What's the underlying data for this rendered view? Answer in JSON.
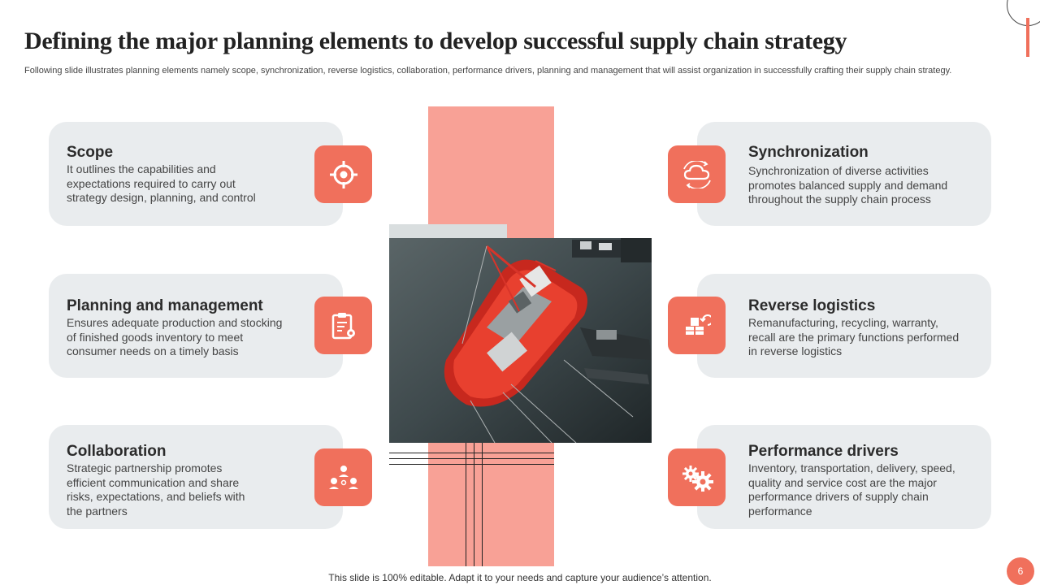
{
  "slide": {
    "title": "Defining the major planning elements to develop successful supply chain strategy",
    "subtitle": "Following slide illustrates planning elements namely scope, synchronization, reverse logistics, collaboration, performance drivers, planning and management that will assist organization in successfully crafting their supply chain strategy.",
    "footer": "This slide is 100% editable. Adapt it to your needs and capture your audience’s attention.",
    "page_number": "6"
  },
  "colors": {
    "accent": "#f0705c",
    "accent_light": "#f8a196",
    "card_bg": "#e9ecee",
    "grey_block": "#d9dedf"
  },
  "cards": {
    "scope": {
      "title": "Scope",
      "description": "It outlines the capabilities and expectations required to carry out strategy design, planning, and control",
      "icon": "target-icon"
    },
    "planning": {
      "title": "Planning and management",
      "description": "Ensures adequate production and stocking of finished goods inventory to meet consumer needs on a timely basis",
      "icon": "clipboard-gear-icon"
    },
    "collaboration": {
      "title": "Collaboration",
      "description": "Strategic partnership promotes efficient communication and share risks, expectations, and beliefs with the partners",
      "icon": "team-network-icon"
    },
    "synchronization": {
      "title": "Synchronization",
      "description": "Synchronization of diverse activities promotes balanced supply and demand throughout the supply chain process",
      "icon": "cloud-sync-icon"
    },
    "reverse": {
      "title": "Reverse logistics",
      "description": "Remanufacturing, recycling, warranty, recall are the primary functions performed in reverse logistics",
      "icon": "boxes-return-icon"
    },
    "performance": {
      "title": "Performance drivers",
      "description": "Inventory, transportation, delivery, speed, quality and service cost are the major performance drivers of supply chain performance",
      "icon": "gears-icon"
    }
  }
}
